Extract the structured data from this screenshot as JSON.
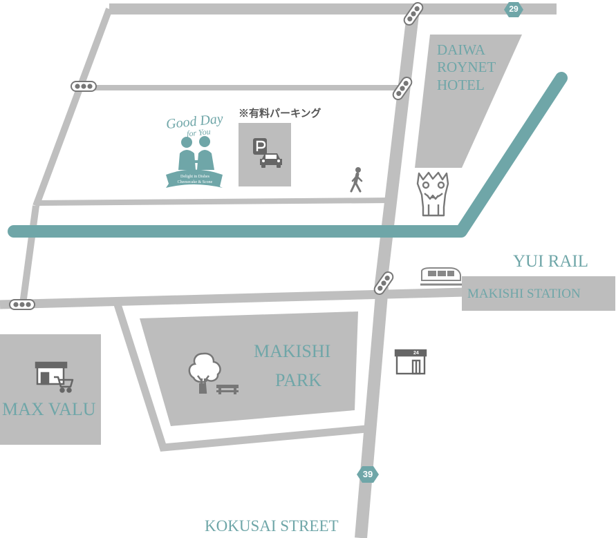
{
  "colors": {
    "road": "#bfbfbf",
    "rail": "#6fa6a8",
    "label": "#6fa6a8",
    "block": "#bdbdbd",
    "icon": "#777777"
  },
  "labels": {
    "yui_rail": "YUI RAIL",
    "makishi_station": "MAKISHI STATION",
    "hotel_line1": "DAIWA",
    "hotel_line2": "ROYNET",
    "hotel_line3": "HOTEL",
    "makishi_park_line1": "MAKISHI",
    "makishi_park_line2": "PARK",
    "max_valu": "MAX VALU",
    "kokusai_street": "KOKUSAI STREET",
    "paid_parking": "※有料パーキング",
    "route_29": "29",
    "route_39": "39",
    "conbini_24": "24"
  },
  "shop_logo": {
    "script_line1": "Good Day",
    "script_line2": "for You",
    "tagline1": "Delight in Dishes",
    "tagline2": "Cheesecake & Scone"
  },
  "icons": [
    "traffic-light-icon",
    "pedestrian-icon",
    "parking-icon",
    "car-icon",
    "shisa-icon",
    "monorail-icon",
    "tree-icon",
    "bench-icon",
    "supermarket-icon",
    "cart-icon",
    "convenience-store-icon"
  ]
}
